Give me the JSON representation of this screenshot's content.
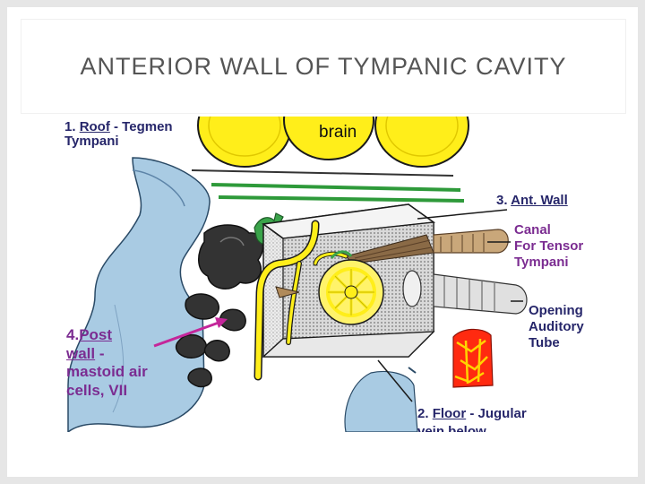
{
  "slide": {
    "title": "ANTERIOR WALL OF TYMPANIC CAVITY"
  },
  "diagram": {
    "labels": {
      "roof_num": "1.",
      "roof_word": "Roof",
      "roof_rest": " - Tegmen",
      "roof_line2": "Tympani",
      "brain": "brain",
      "ant_num": "3.",
      "ant_word": "Ant. Wall",
      "canal_1": "Canal",
      "canal_2": "For Tensor",
      "canal_3": "Tympani",
      "opening_1": "Opening",
      "opening_2": "Auditory",
      "opening_3": "Tube",
      "post_num": "4.",
      "post_word": "Post",
      "post_wall": "wall",
      "post_dash": " -",
      "post_3": "mastoid air",
      "post_4": "cells, VII",
      "floor_num": "2.",
      "floor_word": "Floor",
      "floor_rest": " - Jugular",
      "floor_2": "vein below"
    },
    "colors": {
      "brain": "#ffee1a",
      "bone": "#a9cbe3",
      "nerve": "#ffee1a",
      "muscle": "#8a6a46",
      "vein": "#ff2a10",
      "arrow": "#c4269a",
      "navy_text": "#26266a",
      "purple_text": "#7b2c91"
    }
  }
}
